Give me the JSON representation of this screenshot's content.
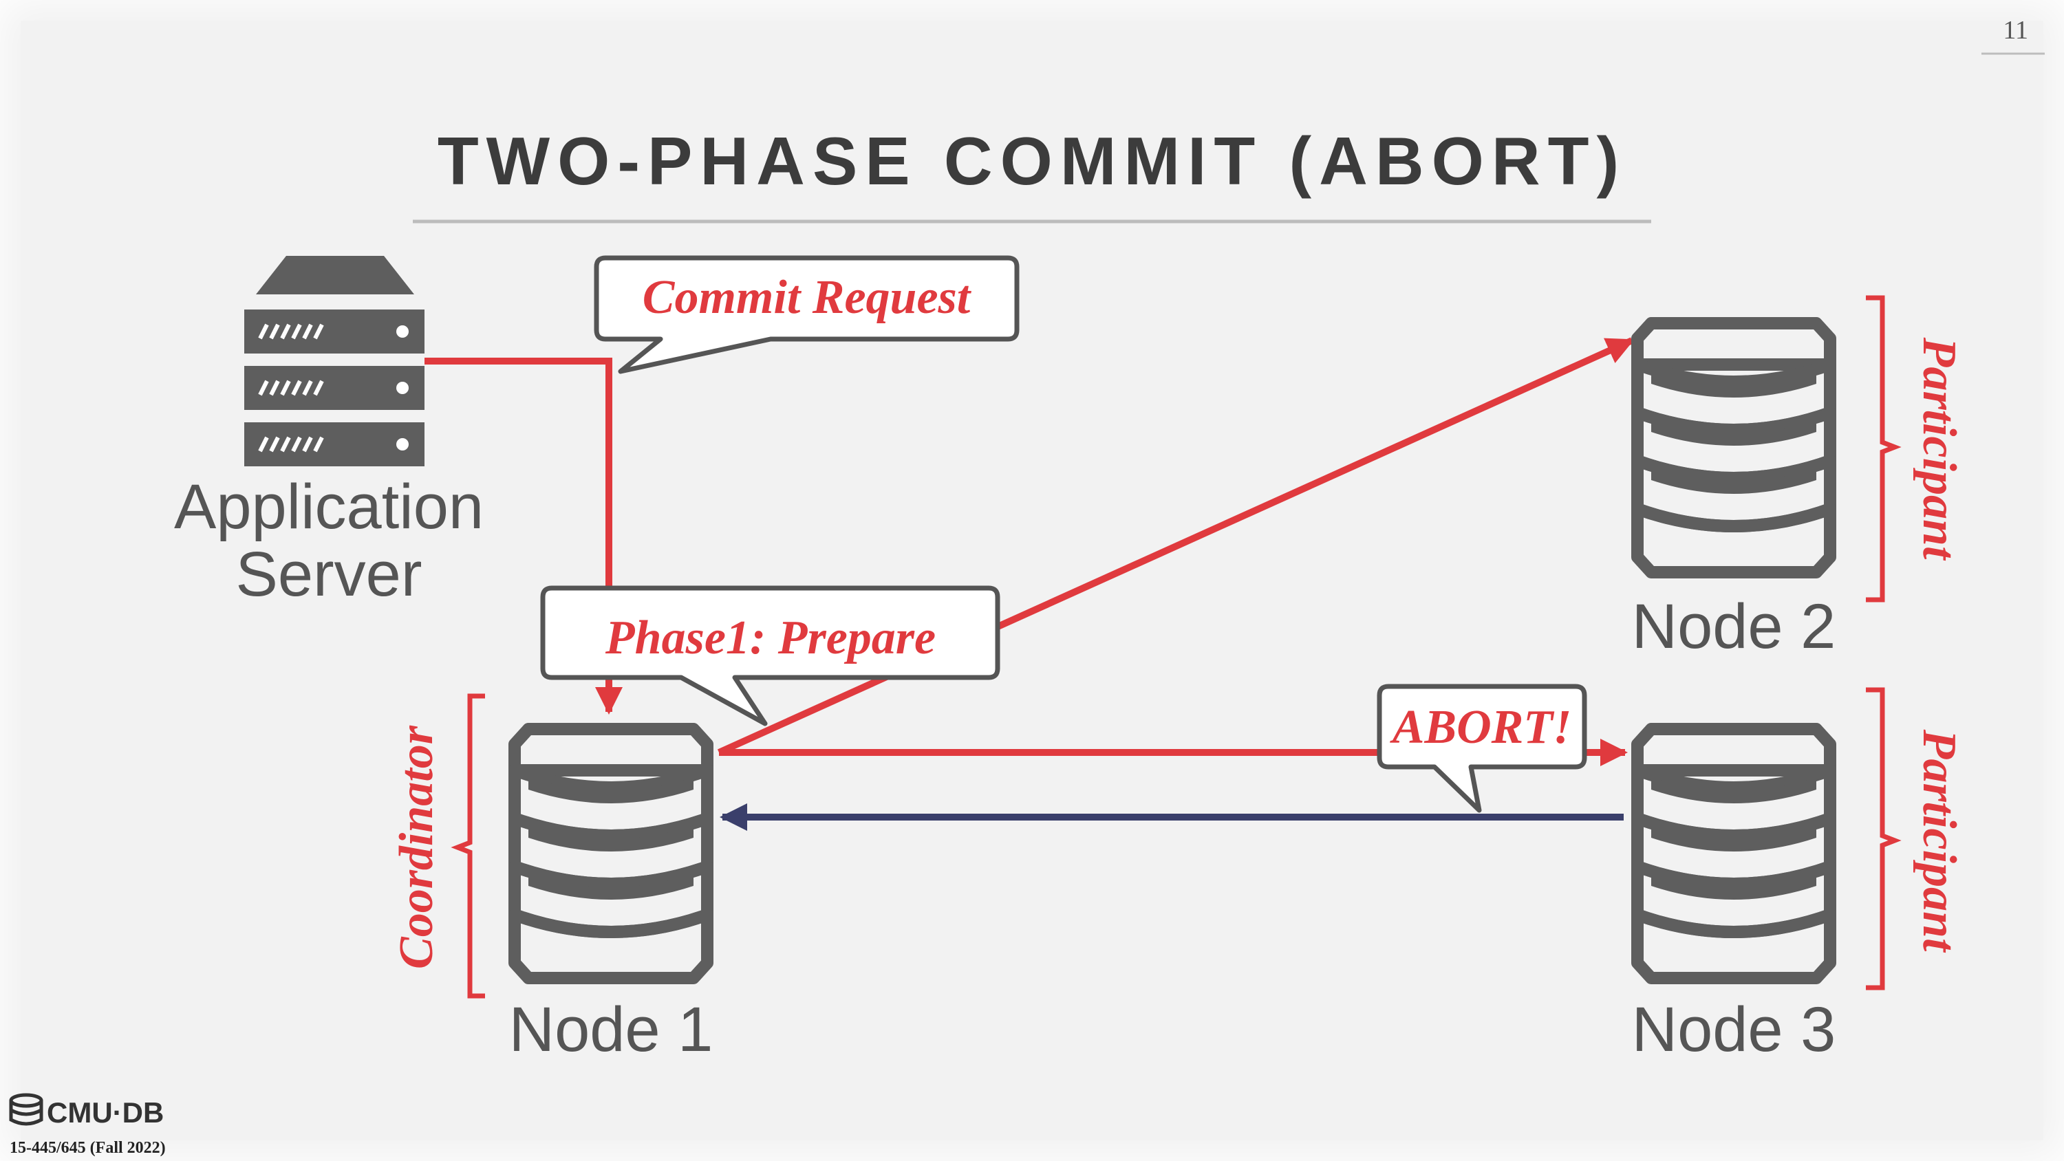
{
  "slide": {
    "title": "TWO-PHASE COMMIT (ABORT)",
    "page_number": "11",
    "course": "15-445/645 (Fall 2022)",
    "logo_text": "CMU·DB"
  },
  "app_server": {
    "line1": "Application",
    "line2": "Server"
  },
  "nodes": [
    {
      "label": "Node 1"
    },
    {
      "label": "Node 2"
    },
    {
      "label": "Node 3"
    }
  ],
  "callouts": {
    "commit_request": "Commit Request",
    "prepare": "Phase1: Prepare",
    "abort": "ABORT!"
  },
  "roles": {
    "coordinator": "Coordinator",
    "participant_2": "Participant",
    "participant_3": "Participant"
  },
  "colors": {
    "red": "#e03a3e",
    "navy": "#3a3f6b",
    "gray": "#5e5e5e"
  }
}
